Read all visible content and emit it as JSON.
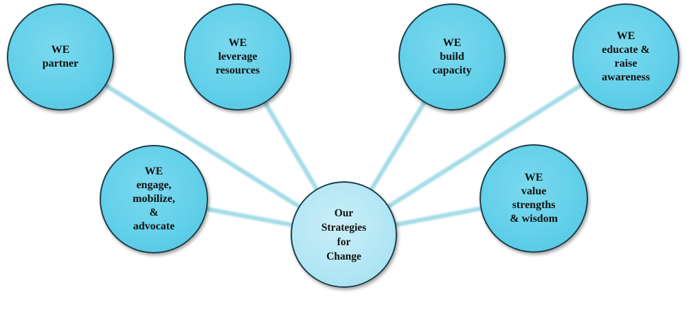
{
  "center": {
    "label": "Our\nStrategies\nfor\nChange"
  },
  "strategies": [
    {
      "label": "WE\npartner"
    },
    {
      "label": "WE\nleverage\nresources"
    },
    {
      "label": "WE\nbuild\ncapacity"
    },
    {
      "label": "WE\neducate &\nraise\nawareness"
    },
    {
      "label": "WE\nengage,\nmobilize,\n&\nadvocate"
    },
    {
      "label": "WE\nvalue\nstrengths\n& wisdom"
    }
  ],
  "colors": {
    "outer_fill": "#63d0e9",
    "center_fill": "#b2e6f4",
    "outline": "#1d3d4a",
    "connector": "#a8dde8"
  }
}
